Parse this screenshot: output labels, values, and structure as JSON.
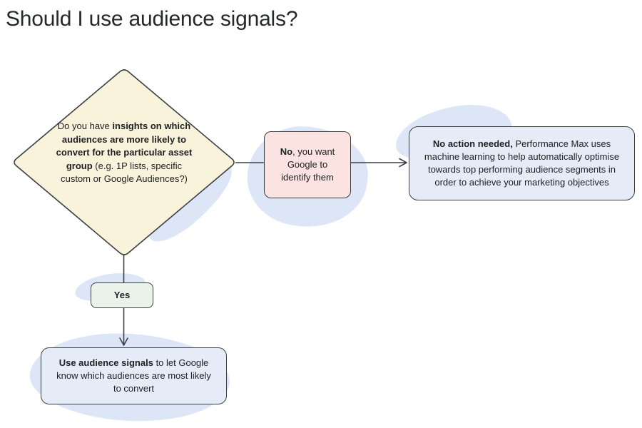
{
  "title": "Should I use audience signals?",
  "colors": {
    "background": "#ffffff",
    "title_text": "#26282b",
    "body_text": "#202124",
    "shape_stroke": "#3c4043",
    "decision_diamond_fill": "#faf3dc",
    "no_branch_fill": "#fbe3e1",
    "info_box_fill": "#e6ebf8",
    "yes_branch_fill": "#e9f3ea",
    "decorative_blob_fill": "#dde6f7"
  },
  "diagram": {
    "decision": {
      "prefix": "Do you have ",
      "bold": "insights on which audiences are more likely to convert for the particular asset group",
      "suffix": " (e.g. 1P lists, specific custom or Google Audiences?)"
    },
    "no_branch": {
      "bold": "No",
      "rest": ", you want Google to identify them"
    },
    "no_action": {
      "bold": "No action needed,",
      "rest": " Performance Max uses machine learning to help automatically optimise towards top performing audience segments in order to achieve your marketing objectives"
    },
    "yes_branch": {
      "label": "Yes"
    },
    "use_signals": {
      "bold": "Use audience signals",
      "rest": " to let Google know which audiences are most likely to convert"
    }
  }
}
